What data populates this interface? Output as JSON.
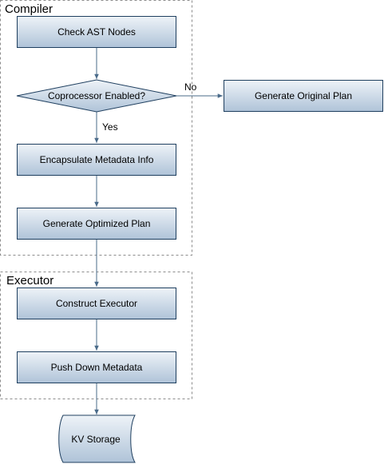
{
  "colors": {
    "box_top": "#eef3f8",
    "box_bottom": "#afc3d8",
    "box_stroke": "#1f3f5f",
    "edge": "#4a6b8a",
    "group_border": "#8c8c8c"
  },
  "groups": {
    "compiler": {
      "label": "Compiler"
    },
    "executor": {
      "label": "Executor"
    }
  },
  "nodes": {
    "check_ast": {
      "label": "Check AST Nodes"
    },
    "coprocessor": {
      "label": "Coprocessor Enabled?"
    },
    "original_plan": {
      "label": "Generate Original Plan"
    },
    "encapsulate": {
      "label": "Encapsulate Metadata Info"
    },
    "optimized_plan": {
      "label": "Generate Optimized Plan"
    },
    "construct_executor": {
      "label": "Construct Executor"
    },
    "push_down": {
      "label": "Push Down Metadata"
    },
    "kv_storage": {
      "label": "KV Storage"
    }
  },
  "edges": {
    "no": {
      "label": "No"
    },
    "yes": {
      "label": "Yes"
    }
  }
}
